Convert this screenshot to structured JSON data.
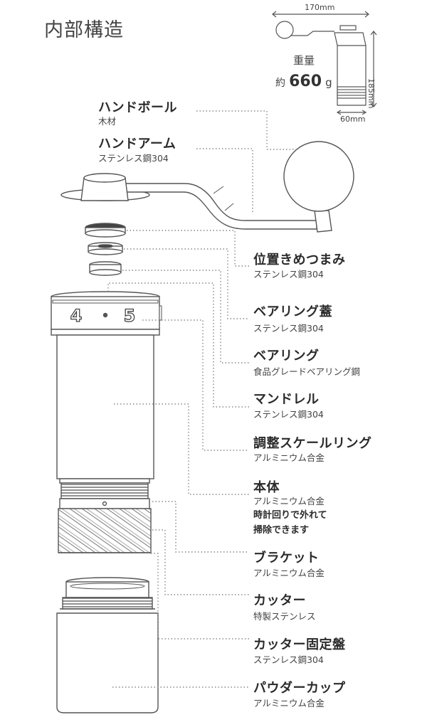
{
  "title": "内部構造",
  "dimensions": {
    "width": "170mm",
    "height": "185mm",
    "base": "60mm"
  },
  "weight": {
    "label": "重量",
    "prefix": "約",
    "value": "660",
    "unit": "g"
  },
  "dial_numbers": {
    "left": "4",
    "right": "5"
  },
  "left_labels": [
    {
      "name": "ハンドボール",
      "material": "木材"
    },
    {
      "name": "ハンドアーム",
      "material": "ステンレス鋼304"
    }
  ],
  "right_labels": [
    {
      "name": "位置きめつまみ",
      "material": "ステンレス鋼304"
    },
    {
      "name": "ベアリング蓋",
      "material": "ステンレス鋼304"
    },
    {
      "name": "ベアリング",
      "material": "食品グレードベアリング鋼"
    },
    {
      "name": "マンドレル",
      "material": "ステンレス鋼304"
    },
    {
      "name": "調整スケールリング",
      "material": "アルミニウム合金"
    },
    {
      "name": "本体",
      "material": "アルミニウム合金",
      "note_line1": "時計回りで外れて",
      "note_line2": "掃除できます"
    },
    {
      "name": "ブラケット",
      "material": "アルミニウム合金"
    },
    {
      "name": "カッター",
      "material": "特製ステンレス"
    },
    {
      "name": "カッター固定盤",
      "material": "ステンレス鋼304"
    },
    {
      "name": "パウダーカップ",
      "material": "アルミニウム合金"
    }
  ],
  "colors": {
    "line": "#555555",
    "leader": "#888888",
    "text": "#333333"
  }
}
